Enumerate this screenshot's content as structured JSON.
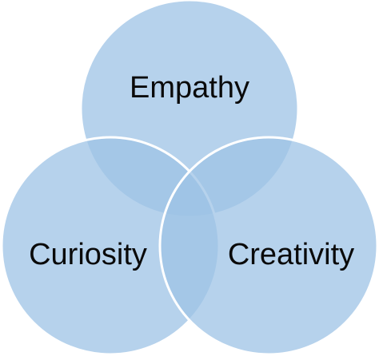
{
  "diagram": {
    "circles": [
      {
        "id": "empathy",
        "label": "Empathy"
      },
      {
        "id": "curiosity",
        "label": "Curiosity"
      },
      {
        "id": "creativity",
        "label": "Creativity"
      }
    ],
    "colors": {
      "fill": "#9dc3e6",
      "stroke": "#ffffff",
      "text": "#0a0a0a"
    }
  }
}
